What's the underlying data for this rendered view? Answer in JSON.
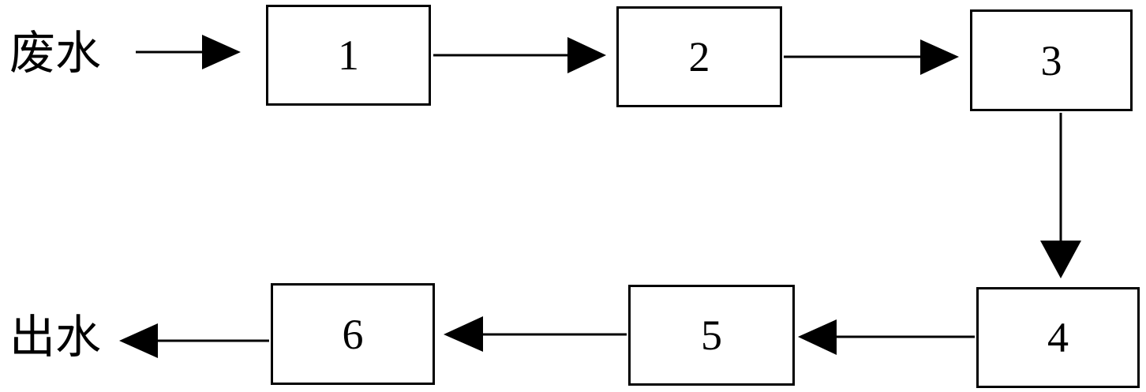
{
  "diagram": {
    "input_label": "废水",
    "output_label": "出水",
    "stages": [
      {
        "id": "1",
        "label": "1"
      },
      {
        "id": "2",
        "label": "2"
      },
      {
        "id": "3",
        "label": "3"
      },
      {
        "id": "4",
        "label": "4"
      },
      {
        "id": "5",
        "label": "5"
      },
      {
        "id": "6",
        "label": "6"
      }
    ],
    "flow": [
      {
        "from": "废水",
        "to": "1"
      },
      {
        "from": "1",
        "to": "2"
      },
      {
        "from": "2",
        "to": "3"
      },
      {
        "from": "3",
        "to": "4"
      },
      {
        "from": "4",
        "to": "5"
      },
      {
        "from": "5",
        "to": "6"
      },
      {
        "from": "6",
        "to": "出水"
      }
    ],
    "colors": {
      "stroke": "#000000",
      "background": "#ffffff"
    }
  }
}
